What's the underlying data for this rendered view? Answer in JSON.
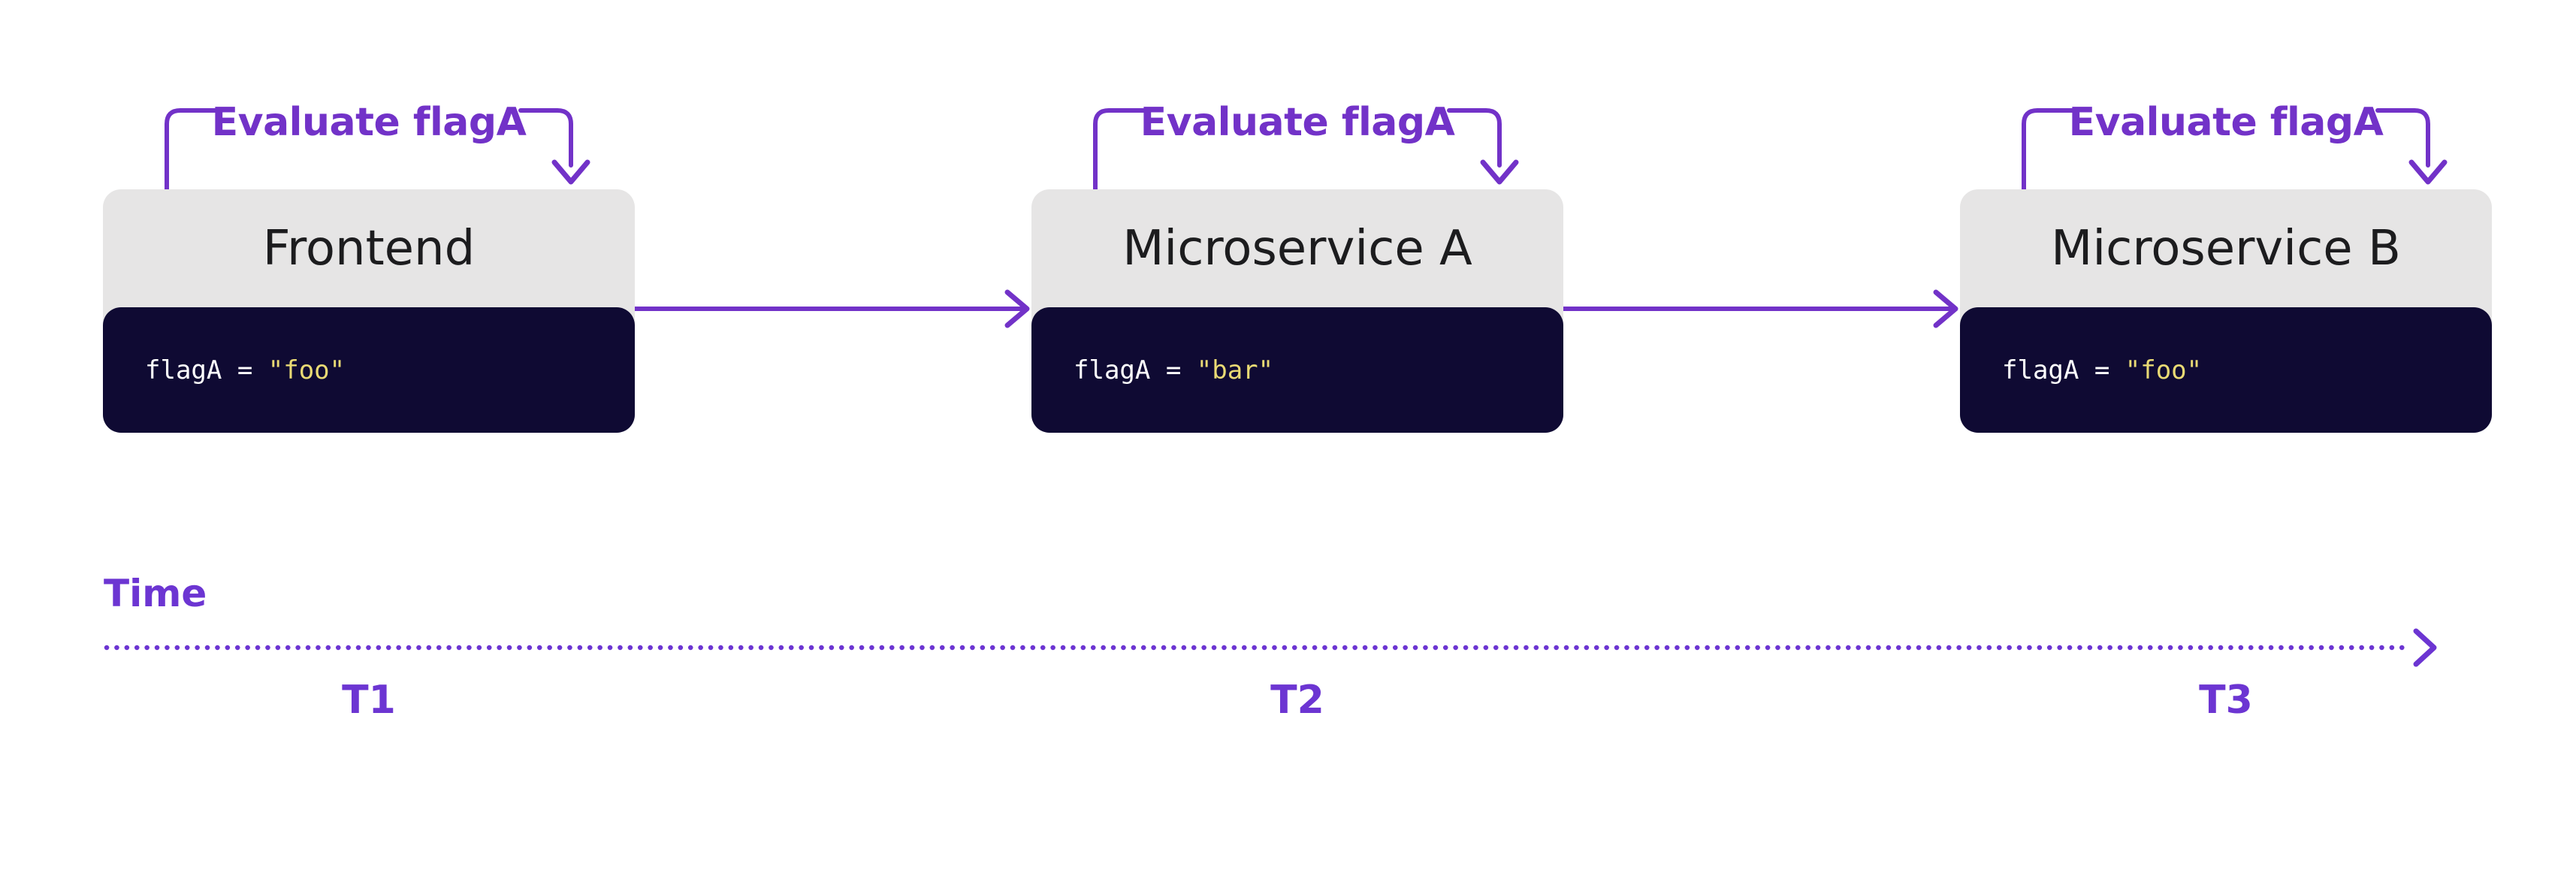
{
  "diagram": {
    "services": [
      {
        "name": "Frontend",
        "annotation": "Evaluate flagA",
        "code": {
          "assignment": "flagA = ",
          "value": "\"foo\""
        }
      },
      {
        "name": "Microservice A",
        "annotation": "Evaluate flagA",
        "code": {
          "assignment": "flagA = ",
          "value": "\"bar\""
        }
      },
      {
        "name": "Microservice B",
        "annotation": "Evaluate flagA",
        "code": {
          "assignment": "flagA = ",
          "value": "\"foo\""
        }
      }
    ],
    "timeline": {
      "label": "Time",
      "ticks": [
        "T1",
        "T2",
        "T3"
      ]
    },
    "colors": {
      "accent_purple": "#7232C8",
      "timeline_purple": "#6C35D2",
      "code_background": "#0F0A33",
      "header_background": "#E6E5E5",
      "header_text": "#1C1C1E",
      "code_text": "#FFFFFF",
      "code_string": "#E9DA74",
      "page_background": "#FFFFFF"
    }
  }
}
